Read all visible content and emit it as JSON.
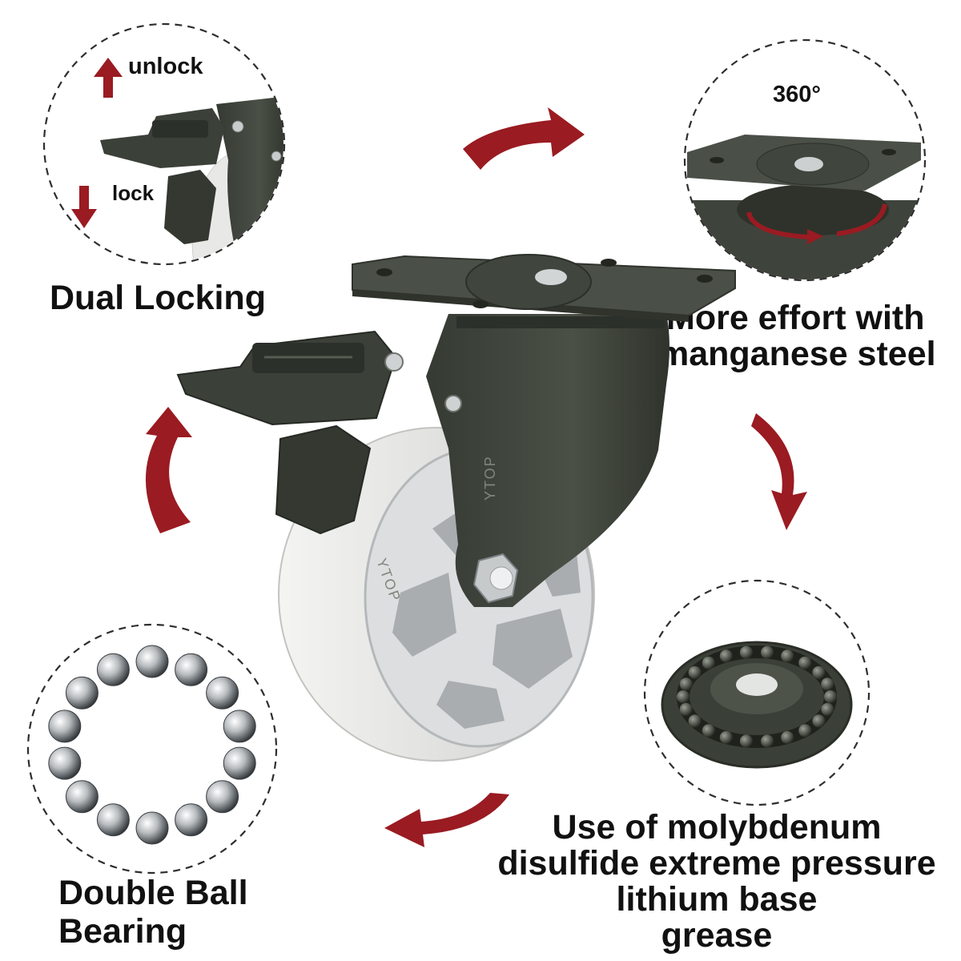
{
  "features": {
    "dual_locking": {
      "title": "Dual Locking",
      "unlock": "unlock",
      "lock": "lock"
    },
    "swivel": {
      "angle": "360°",
      "caption_line1": "More effort with",
      "caption_line2": "manganese steel"
    },
    "grease": {
      "line1": "Use of molybdenum",
      "line2": "disulfide extreme pressure",
      "line3": "lithium base",
      "line4": "grease"
    },
    "bearing": {
      "line1": "Double Ball",
      "line2": "Bearing"
    }
  },
  "product": {
    "brand": "YTOP"
  },
  "colors": {
    "arrow": "#9a1b22",
    "body": "#3e433b",
    "wheel": "#e5e5e3",
    "rim": "#c9cbcc"
  }
}
